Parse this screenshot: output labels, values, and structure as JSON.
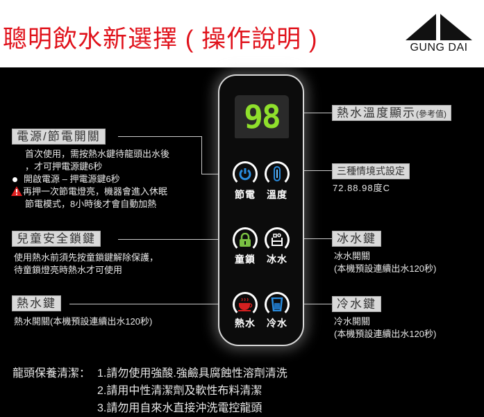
{
  "header": {
    "title": "聰明飲水新選擇 ( 操作說明 )",
    "logo_text": "GUNG DAI"
  },
  "display": {
    "temperature": "98"
  },
  "left": {
    "power": {
      "label": "電源/節電開關",
      "lines": [
        "首次使用，需按熱水鍵待龍頭出水後",
        "，才可押電源鍵6秒",
        "開啟電源 – 押電源鍵6秒",
        "再押一次節電燈亮，機器會進入休眠",
        "節電模式，8小時後才會自動加熱"
      ]
    },
    "child_lock": {
      "label": "兒童安全鎖鍵",
      "lines": [
        "使用熱水前須先按童鎖鍵解除保護，",
        "待童鎖燈亮時熱水才可使用"
      ]
    },
    "hot": {
      "label": "熱水鍵",
      "lines": [
        "熱水開關(本機預設連續出水120秒)"
      ]
    }
  },
  "right": {
    "temp_display": {
      "label": "熱水溫度顯示",
      "note": "(參考值)"
    },
    "modes": {
      "label": "三種情境式設定",
      "lines": [
        "72.88.98度C"
      ]
    },
    "ice": {
      "label": "冰水鍵",
      "lines": [
        "冰水開關",
        "(本機預設連續出水120秒)"
      ]
    },
    "cold": {
      "label": "冷水鍵",
      "lines": [
        "冷水開關",
        "(本機預設連續出水120秒)"
      ]
    }
  },
  "buttons": {
    "power": "節電",
    "temp": "溫度",
    "lock": "童鎖",
    "ice": "冰水",
    "hot": "熱水",
    "cold": "冷水"
  },
  "care": {
    "label": "龍頭保養清潔：",
    "items": [
      "1.請勿使用強酸.強鹼具腐蝕性溶劑清洗",
      "2.請用中性清潔劑及軟性布料清潔",
      "3.請勿用自來水直接沖洗電控龍頭"
    ]
  },
  "colors": {
    "title": "#e0121b",
    "digits": "#8fe02c",
    "power_icon": "#2a8de0",
    "lock_icon": "#7ac142",
    "hot_icon": "#d62020"
  }
}
